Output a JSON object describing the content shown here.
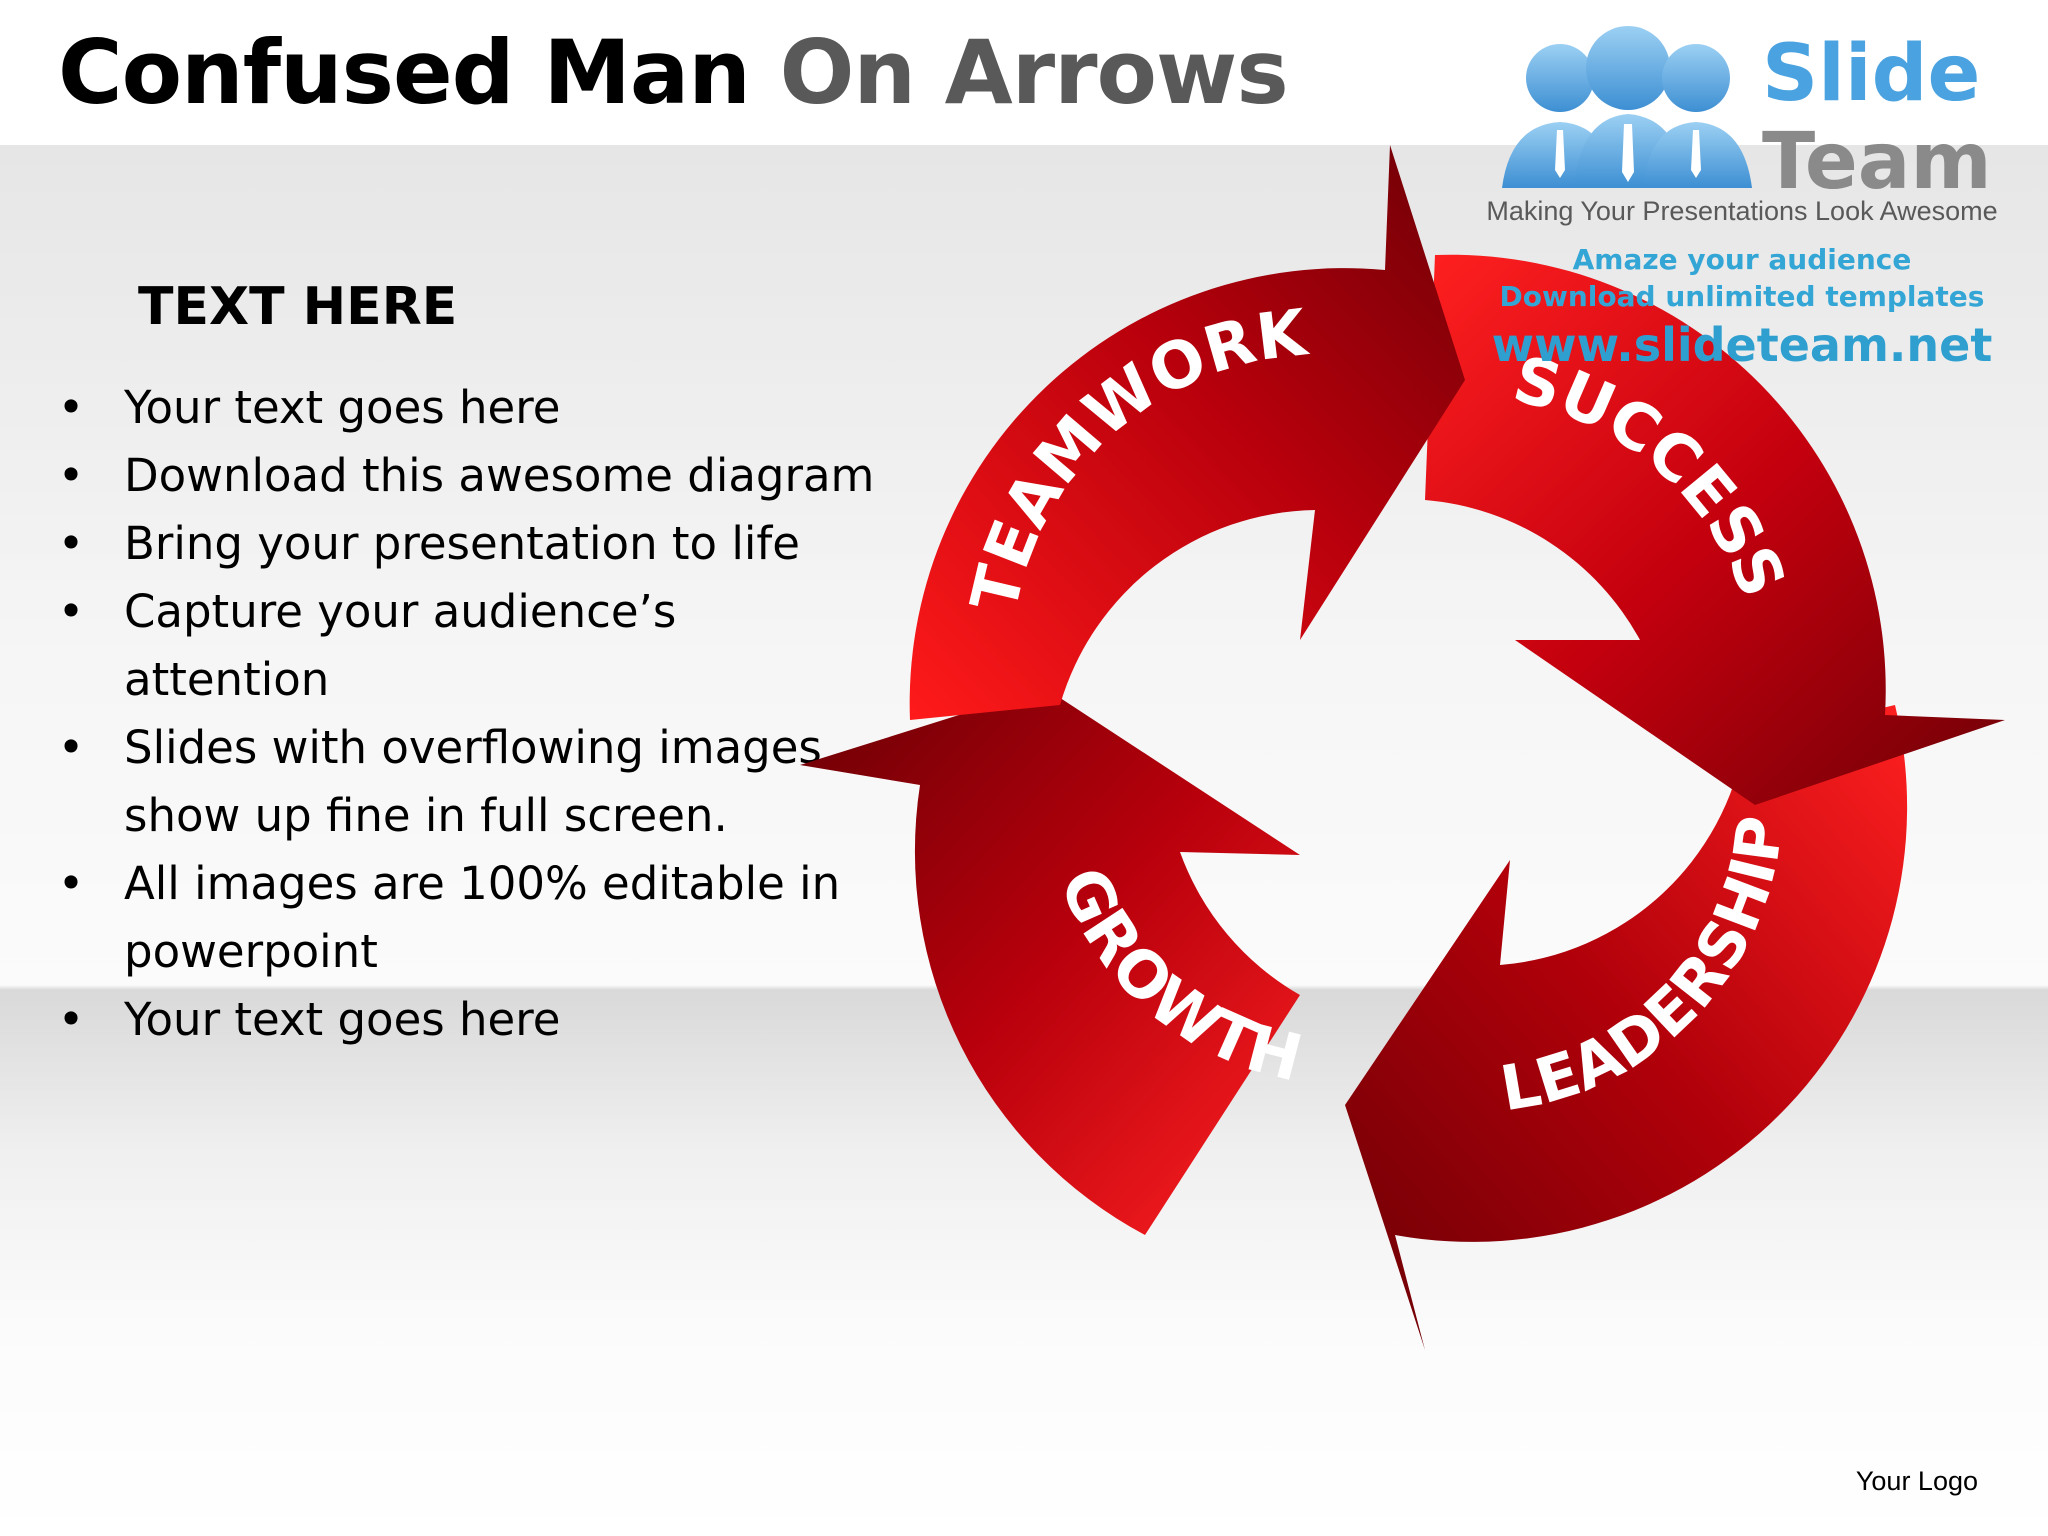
{
  "slide": {
    "title_bold": "Confused Man",
    "title_regular": "On Arrows",
    "heading": "TEXT HERE",
    "bullets": [
      "Your text goes here",
      "Download this awesome diagram",
      "Bring your presentation to life",
      "Capture your audience’s attention",
      "Slides with overflowing images show up fine in full screen.",
      "All images are 100% editable in powerpoint",
      "Your text goes here"
    ],
    "footer_logo": "Your Logo"
  },
  "cycle": {
    "labels": [
      "TEAMWORK",
      "SUCCESS",
      "LEADERSHIP",
      "GROWTH"
    ]
  },
  "watermark": {
    "brand_line1": "Slide",
    "brand_line2": "Team",
    "tagline": "Making Your Presentations Look Awesome",
    "promo_line1": "Amaze your audience",
    "promo_line2": "Download unlimited templates",
    "url": "www.slideteam.net"
  },
  "colors": {
    "arrow_dark": "#7a0008",
    "arrow_light": "#ff1a1a",
    "brand_blue": "#4aa3e0",
    "promo_blue": "#33a6d6"
  }
}
